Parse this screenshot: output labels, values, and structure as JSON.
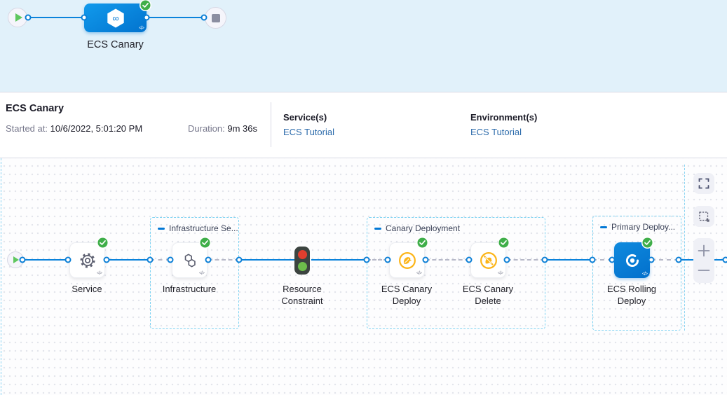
{
  "banner": {
    "stage_name": "ECS Canary"
  },
  "summary": {
    "title": "ECS Canary",
    "started_label": "Started at:",
    "started_value": "10/6/2022, 5:01:20 PM",
    "duration_label": "Duration:",
    "duration_value": "9m 36s",
    "services_label": "Service(s)",
    "services_value": "ECS Tutorial",
    "environments_label": "Environment(s)",
    "environments_value": "ECS Tutorial"
  },
  "canvas": {
    "code_glyph": "</>",
    "groups": [
      {
        "label": "Infrastructure Se..."
      },
      {
        "label": "Canary Deployment"
      },
      {
        "label": "Primary Deploy..."
      }
    ],
    "nodes": [
      {
        "label": "Service",
        "icon": "gear-icon",
        "status": "success"
      },
      {
        "label": "Infrastructure",
        "icon": "hexagons-icon",
        "status": "success"
      },
      {
        "label": "Resource Constraint",
        "icon": "traffic-light-icon",
        "status": "running-gate"
      },
      {
        "label": "ECS Canary Deploy",
        "icon": "canary-icon",
        "status": "success"
      },
      {
        "label": "ECS Canary Delete",
        "icon": "canary-delete-icon",
        "status": "success"
      },
      {
        "label": "ECS Rolling Deploy",
        "icon": "ecs-icon",
        "status": "success"
      }
    ]
  },
  "colors": {
    "accent_blue": "#0278d5",
    "line_blue": "#0b83db",
    "success_green": "#3fae49",
    "canary_yellow": "#fcb519",
    "link_blue": "#2c6bab",
    "banner_bg": "#e1f1fa",
    "group_border": "#7fd3f2"
  }
}
